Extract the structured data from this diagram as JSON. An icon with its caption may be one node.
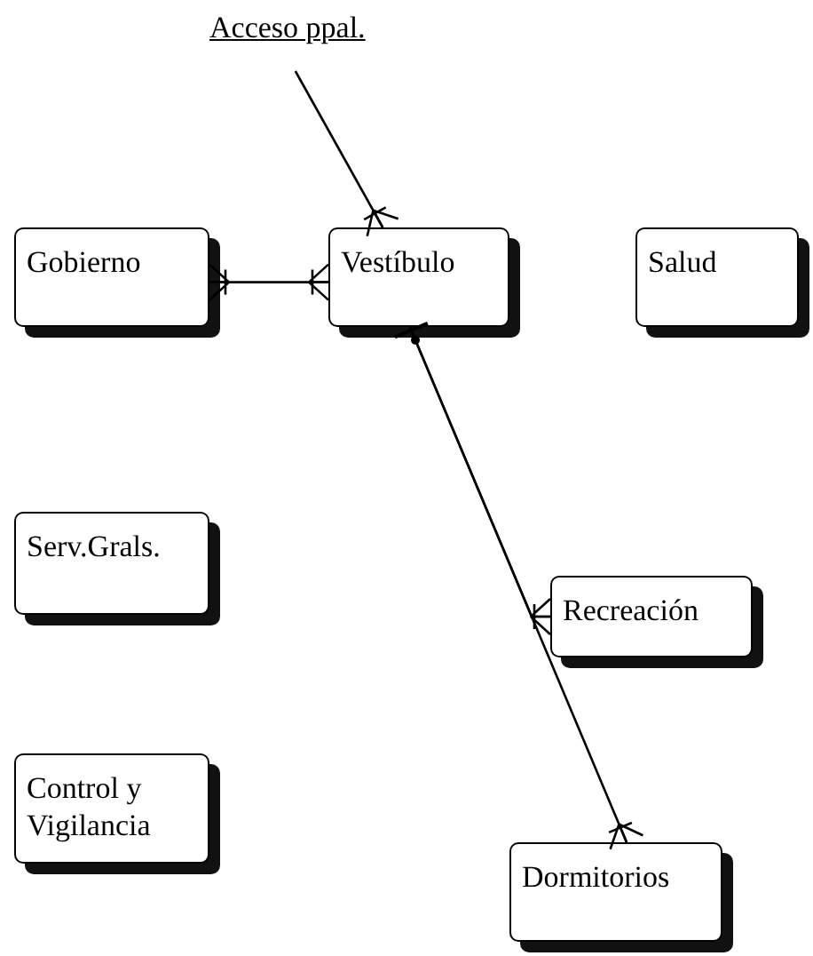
{
  "diagram": {
    "nodes": [
      {
        "text": [
          "Acceso ppal."
        ]
      },
      {
        "text": [
          "Gobierno"
        ]
      },
      {
        "text": [
          "Vestíbulo"
        ]
      },
      {
        "text": [
          "Salud"
        ]
      },
      {
        "text": [
          "Serv.Grals."
        ]
      },
      {
        "text": [
          "Recreación"
        ]
      },
      {
        "text": [
          "Control y Vigilancia"
        ]
      },
      {
        "text": [
          "Dormitorios"
        ]
      }
    ],
    "edges": [
      {
        "from": 0,
        "to": 2,
        "arrow": "other"
      },
      {
        "from": 1,
        "to": 2,
        "arrow": "other"
      },
      {
        "from": 2,
        "to": 5,
        "arrow": "other"
      },
      {
        "from": 2,
        "to": 7,
        "arrow": "other"
      }
    ]
  }
}
